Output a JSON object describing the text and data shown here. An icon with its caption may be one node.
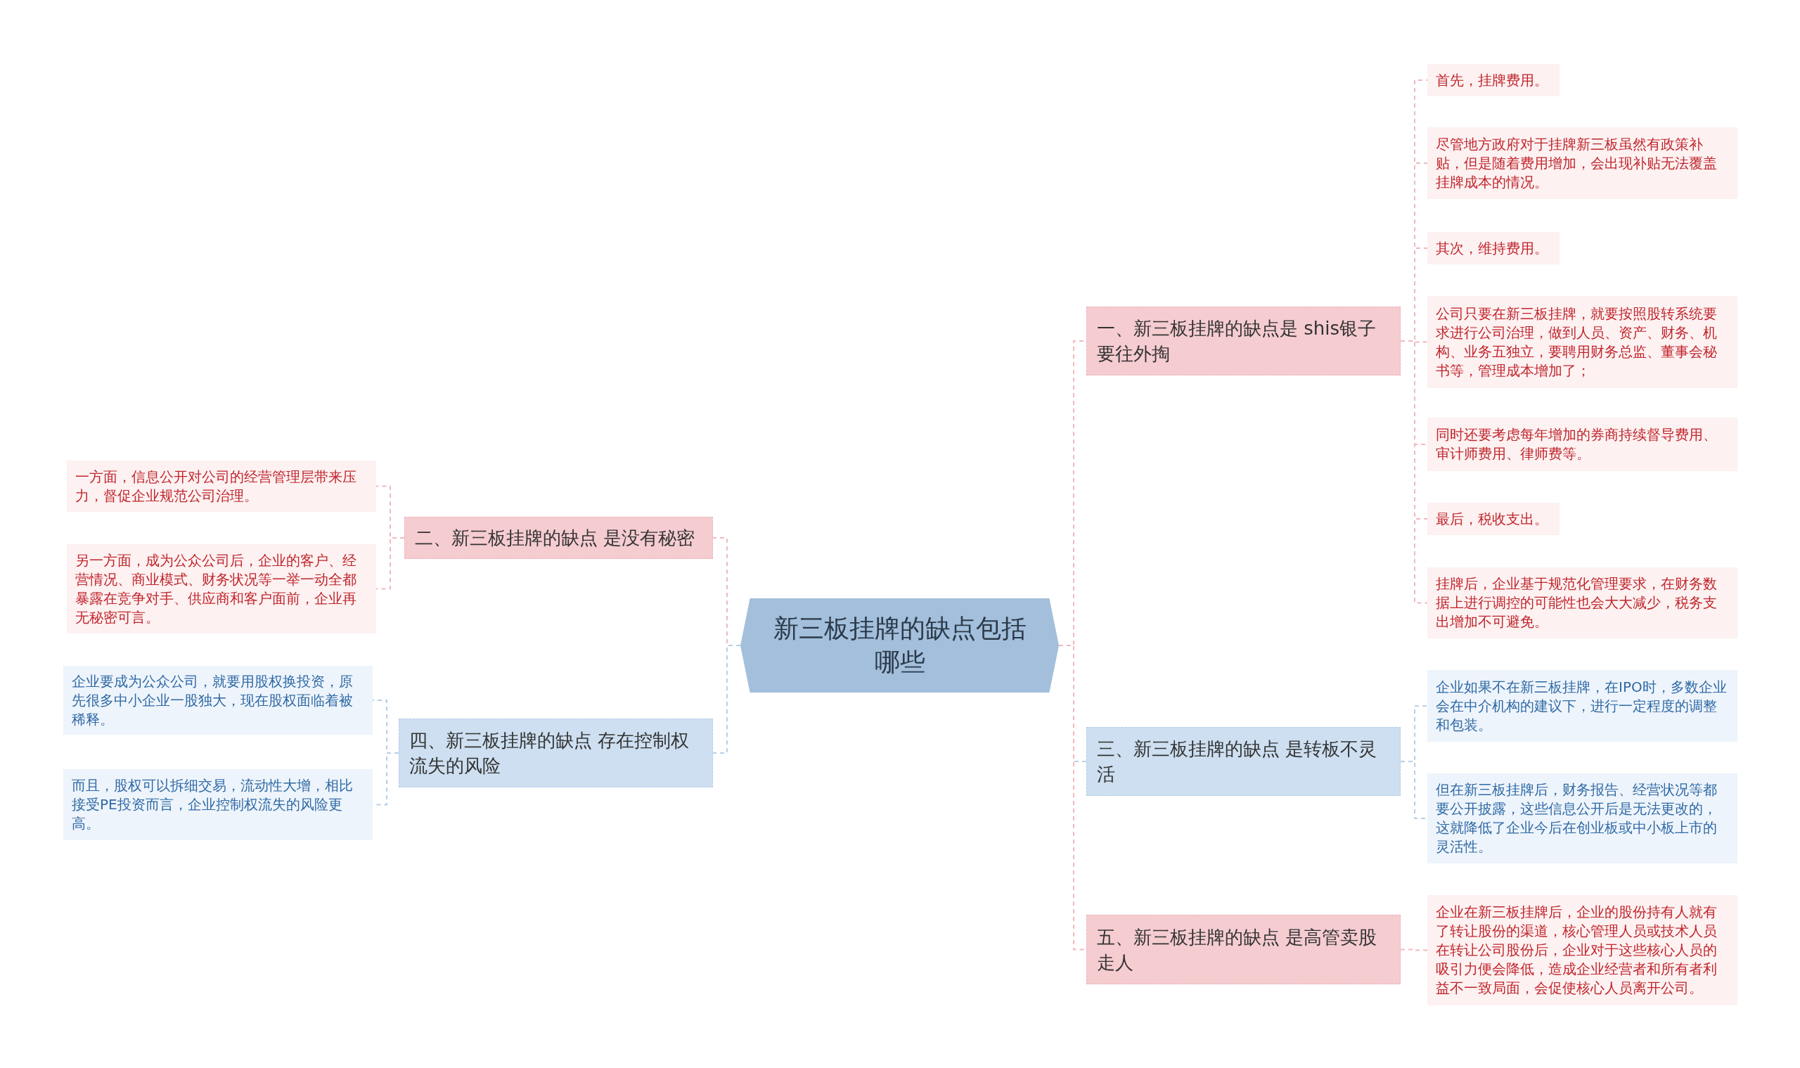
{
  "diagram": {
    "nodes": [
      {
        "text": [
          "新三板挂牌的缺点包括哪些"
        ]
      },
      {
        "text": [
          "一、新三板挂牌的缺点是 shis银子要往外掏"
        ]
      },
      {
        "text": [
          "首先，挂牌费用。"
        ]
      },
      {
        "text": [
          "尽管地方政府对于挂牌新三板虽然有政策补贴，但是随着费用增加，会出现补贴无法覆盖挂牌成本的情况。"
        ]
      },
      {
        "text": [
          "其次，维持费用。"
        ]
      },
      {
        "text": [
          "公司只要在新三板挂牌，就要按照股转系统要求进行公司治理，做到人员、资产、财务、机构、业务五独立，要聘用财务总监、董事会秘书等，管理成本增加了；"
        ]
      },
      {
        "text": [
          "同时还要考虑每年增加的券商持续督导费用、审计师费用、律师费等。"
        ]
      },
      {
        "text": [
          "最后，税收支出。"
        ]
      },
      {
        "text": [
          "挂牌后，企业基于规范化管理要求，在财务数据上进行调控的可能性也会大大减少，税务支出增加不可避免。"
        ]
      },
      {
        "text": [
          "二、新三板挂牌的缺点 是没有秘密"
        ]
      },
      {
        "text": [
          "一方面，信息公开对公司的经营管理层带来压力，督促企业规范公司治理。"
        ]
      },
      {
        "text": [
          "另一方面，成为公众公司后，企业的客户、经营情况、商业模式、财务状况等一举一动全都暴露在竞争对手、供应商和客户面前，企业再无秘密可言。"
        ]
      },
      {
        "text": [
          "三、新三板挂牌的缺点 是转板不灵活"
        ]
      },
      {
        "text": [
          "企业如果不在新三板挂牌，在IPO时，多数企业会在中介机构的建议下，进行一定程度的调整和包装。"
        ]
      },
      {
        "text": [
          "但在新三板挂牌后，财务报告、经营状况等都要公开披露，这些信息公开后是无法更改的，这就降低了企业今后在创业板或中小板上市的灵活性。"
        ]
      },
      {
        "text": [
          "四、新三板挂牌的缺点 存在控制权流失的风险"
        ]
      },
      {
        "text": [
          "企业要成为公众公司，就要用股权换投资，原先很多中小企业一股独大，现在股权面临着被稀释。"
        ]
      },
      {
        "text": [
          "而且，股权可以拆细交易，流动性大增，相比接受PE投资而言，企业控制权流失的风险更高。"
        ]
      },
      {
        "text": [
          "五、新三板挂牌的缺点 是高管卖股走人"
        ]
      },
      {
        "text": [
          "企业在新三板挂牌后，企业的股份持有人就有了转让股份的渠道，核心管理人员或技术人员在转让公司股份后，企业对于这些核心人员的吸引力便会降低，造成企业经营者和所有者利益不一致局面，会促使核心人员离开公司。"
        ]
      }
    ],
    "edges": [
      {
        "from": 0,
        "to": 1,
        "arrow": "none",
        "style": "dashed"
      },
      {
        "from": 1,
        "to": 2,
        "arrow": "none",
        "style": "dashed"
      },
      {
        "from": 1,
        "to": 3,
        "arrow": "none",
        "style": "dashed"
      },
      {
        "from": 1,
        "to": 4,
        "arrow": "none",
        "style": "dashed"
      },
      {
        "from": 1,
        "to": 5,
        "arrow": "none",
        "style": "dashed"
      },
      {
        "from": 1,
        "to": 6,
        "arrow": "none",
        "style": "dashed"
      },
      {
        "from": 1,
        "to": 7,
        "arrow": "none",
        "style": "dashed"
      },
      {
        "from": 1,
        "to": 8,
        "arrow": "none",
        "style": "dashed"
      },
      {
        "from": 0,
        "to": 9,
        "arrow": "none",
        "style": "dashed"
      },
      {
        "from": 9,
        "to": 10,
        "arrow": "none",
        "style": "dashed"
      },
      {
        "from": 9,
        "to": 11,
        "arrow": "none",
        "style": "dashed"
      },
      {
        "from": 0,
        "to": 12,
        "arrow": "none",
        "style": "dashed",
        "color": "#b9cfe6"
      },
      {
        "from": 12,
        "to": 13,
        "arrow": "none",
        "style": "dashed",
        "color": "#b9cfe6"
      },
      {
        "from": 12,
        "to": 14,
        "arrow": "none",
        "style": "dashed",
        "color": "#b9cfe6"
      },
      {
        "from": 0,
        "to": 15,
        "arrow": "none",
        "style": "dashed",
        "color": "#b9cfe6"
      },
      {
        "from": 15,
        "to": 16,
        "arrow": "none",
        "style": "dashed",
        "color": "#b9cfe6"
      },
      {
        "from": 15,
        "to": 17,
        "arrow": "none",
        "style": "dashed",
        "color": "#b9cfe6"
      },
      {
        "from": 0,
        "to": 18,
        "arrow": "none",
        "style": "dashed"
      },
      {
        "from": 18,
        "to": 19,
        "arrow": "none",
        "style": "dashed"
      }
    ]
  }
}
